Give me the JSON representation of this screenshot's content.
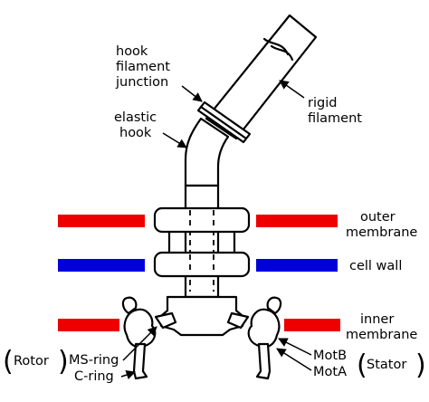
{
  "labels": {
    "hook_filament_junction": [
      "hook",
      "filament",
      "junction"
    ],
    "elastic_hook": [
      "elastic",
      "hook"
    ],
    "rigid_filament": [
      "rigid",
      "filament"
    ],
    "outer_membrane": [
      "outer",
      "membrane"
    ],
    "cell_wall": "cell wall",
    "inner_membrane": [
      "inner",
      "membrane"
    ],
    "rotor": "Rotor",
    "ms_ring": "MS-ring",
    "c_ring": "C-ring",
    "motb": "MotB",
    "mota": "MotA",
    "stator": "Stator",
    "paren_open": "(",
    "paren_close": ")"
  },
  "colors": {
    "membrane": "#ee0000",
    "cell_wall": "#0000dd",
    "outline": "#000000",
    "background": "#ffffff"
  }
}
